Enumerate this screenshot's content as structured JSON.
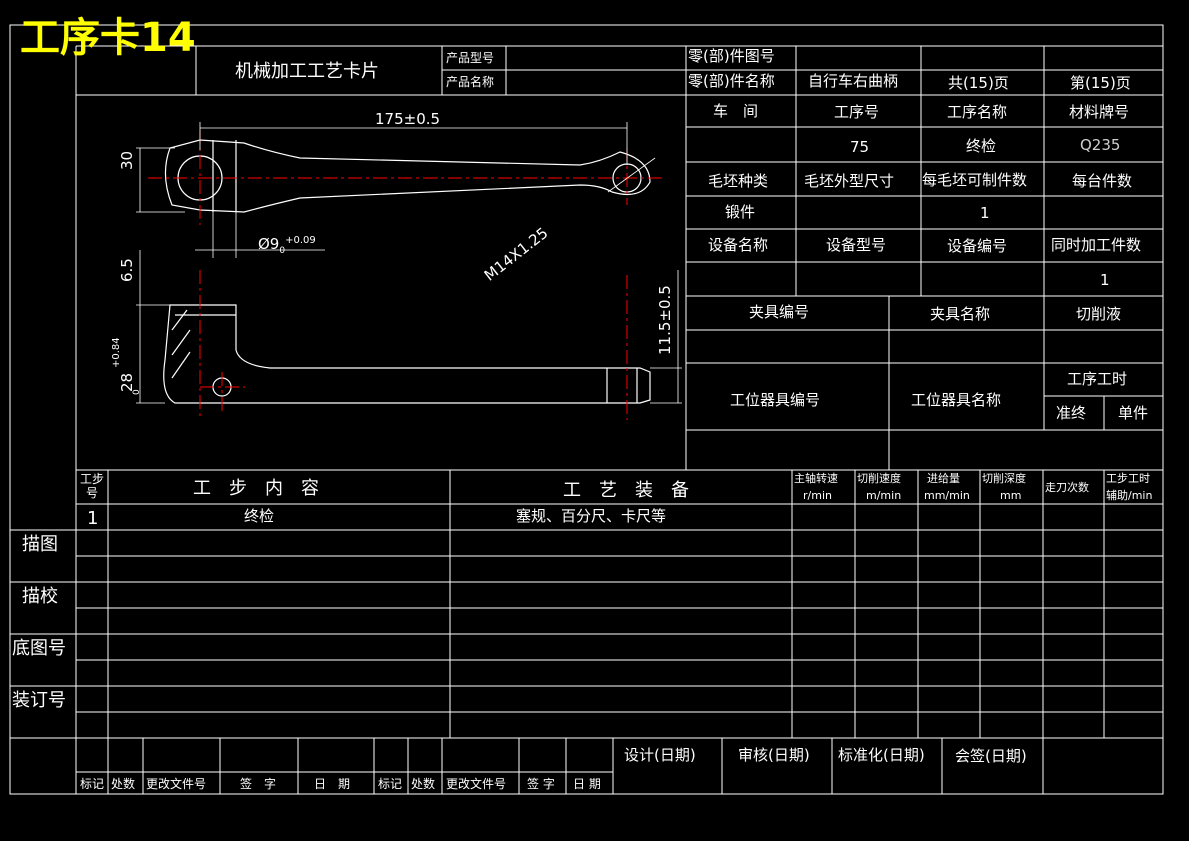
{
  "card_title": "工序卡14",
  "header": {
    "process_card": "机械加工工艺卡片",
    "product_model_label": "产品型号",
    "product_name_label": "产品名称",
    "part_drawing_no_label": "零(部)件图号",
    "part_name_label": "零(部)件名称",
    "part_name_value": "自行车右曲柄",
    "total_pages": "共(15)页",
    "page_no": "第(15)页"
  },
  "info": {
    "workshop_label": "车　间",
    "op_no_label": "工序号",
    "op_name_label": "工序名称",
    "material_label": "材料牌号",
    "op_no_value": "75",
    "op_name_value": "终检",
    "material_value": "Q235",
    "blank_type_label": "毛坯种类",
    "blank_size_label": "毛坯外型尺寸",
    "per_blank_label": "每毛坯可制件数",
    "per_unit_label": "每台件数",
    "blank_type_value": "锻件",
    "per_blank_value": "1",
    "equip_name_label": "设备名称",
    "equip_model_label": "设备型号",
    "equip_no_label": "设备编号",
    "simul_label": "同时加工件数",
    "simul_value": "1",
    "fixture_no_label": "夹具编号",
    "fixture_name_label": "夹具名称",
    "coolant_label": "切削液",
    "station_tool_no_label": "工位器具编号",
    "station_tool_name_label": "工位器具名称",
    "op_time_label": "工序工时",
    "prep_label": "准终",
    "unit_label": "单件"
  },
  "drawing": {
    "dim_length": "175±0.5",
    "dim_30": "30",
    "dim_hole": "Ø9",
    "dim_hole_tol": "+0.09",
    "dim_hole_tol0": "0",
    "dim_thread": "M14X1.25",
    "dim_65": "6.5",
    "dim_28": "28",
    "dim_28_tol": "+0.84",
    "dim_28_tol0": "0",
    "dim_115": "11.5±0.5"
  },
  "steps_header": {
    "step_no": "工步号",
    "step_content": "工　步　内　容",
    "equipment": "工　艺　装　备",
    "spindle_speed": "主轴转速",
    "spindle_unit": "r/min",
    "cut_speed": "切削速度",
    "cut_unit": "m/min",
    "feed": "进给量",
    "feed_unit": "mm/min",
    "depth": "切削深度",
    "depth_unit": "mm",
    "passes": "走刀次数",
    "step_time": "工步工时",
    "step_time_sub": "辅助/min"
  },
  "steps": [
    {
      "no": "1",
      "content": "终检",
      "equipment": "塞规、百分尺、卡尺等"
    }
  ],
  "side_labels": [
    "描图",
    "描校",
    "底图号",
    "装订号"
  ],
  "footer": {
    "design": "设计(日期)",
    "review": "审核(日期)",
    "standard": "标准化(日期)",
    "countersign": "会签(日期)",
    "mark1": "标记",
    "count1": "处数",
    "doc1": "更改文件号",
    "sign1": "签　字",
    "date1": "日　期",
    "mark2": "标记",
    "count2": "处数",
    "doc2": "更改文件号",
    "sign2": "签 字",
    "date2": "日 期"
  },
  "colors": {
    "line": "#ffffff",
    "center": "#ff0000",
    "title": "#ffff00",
    "bg": "#000000"
  }
}
